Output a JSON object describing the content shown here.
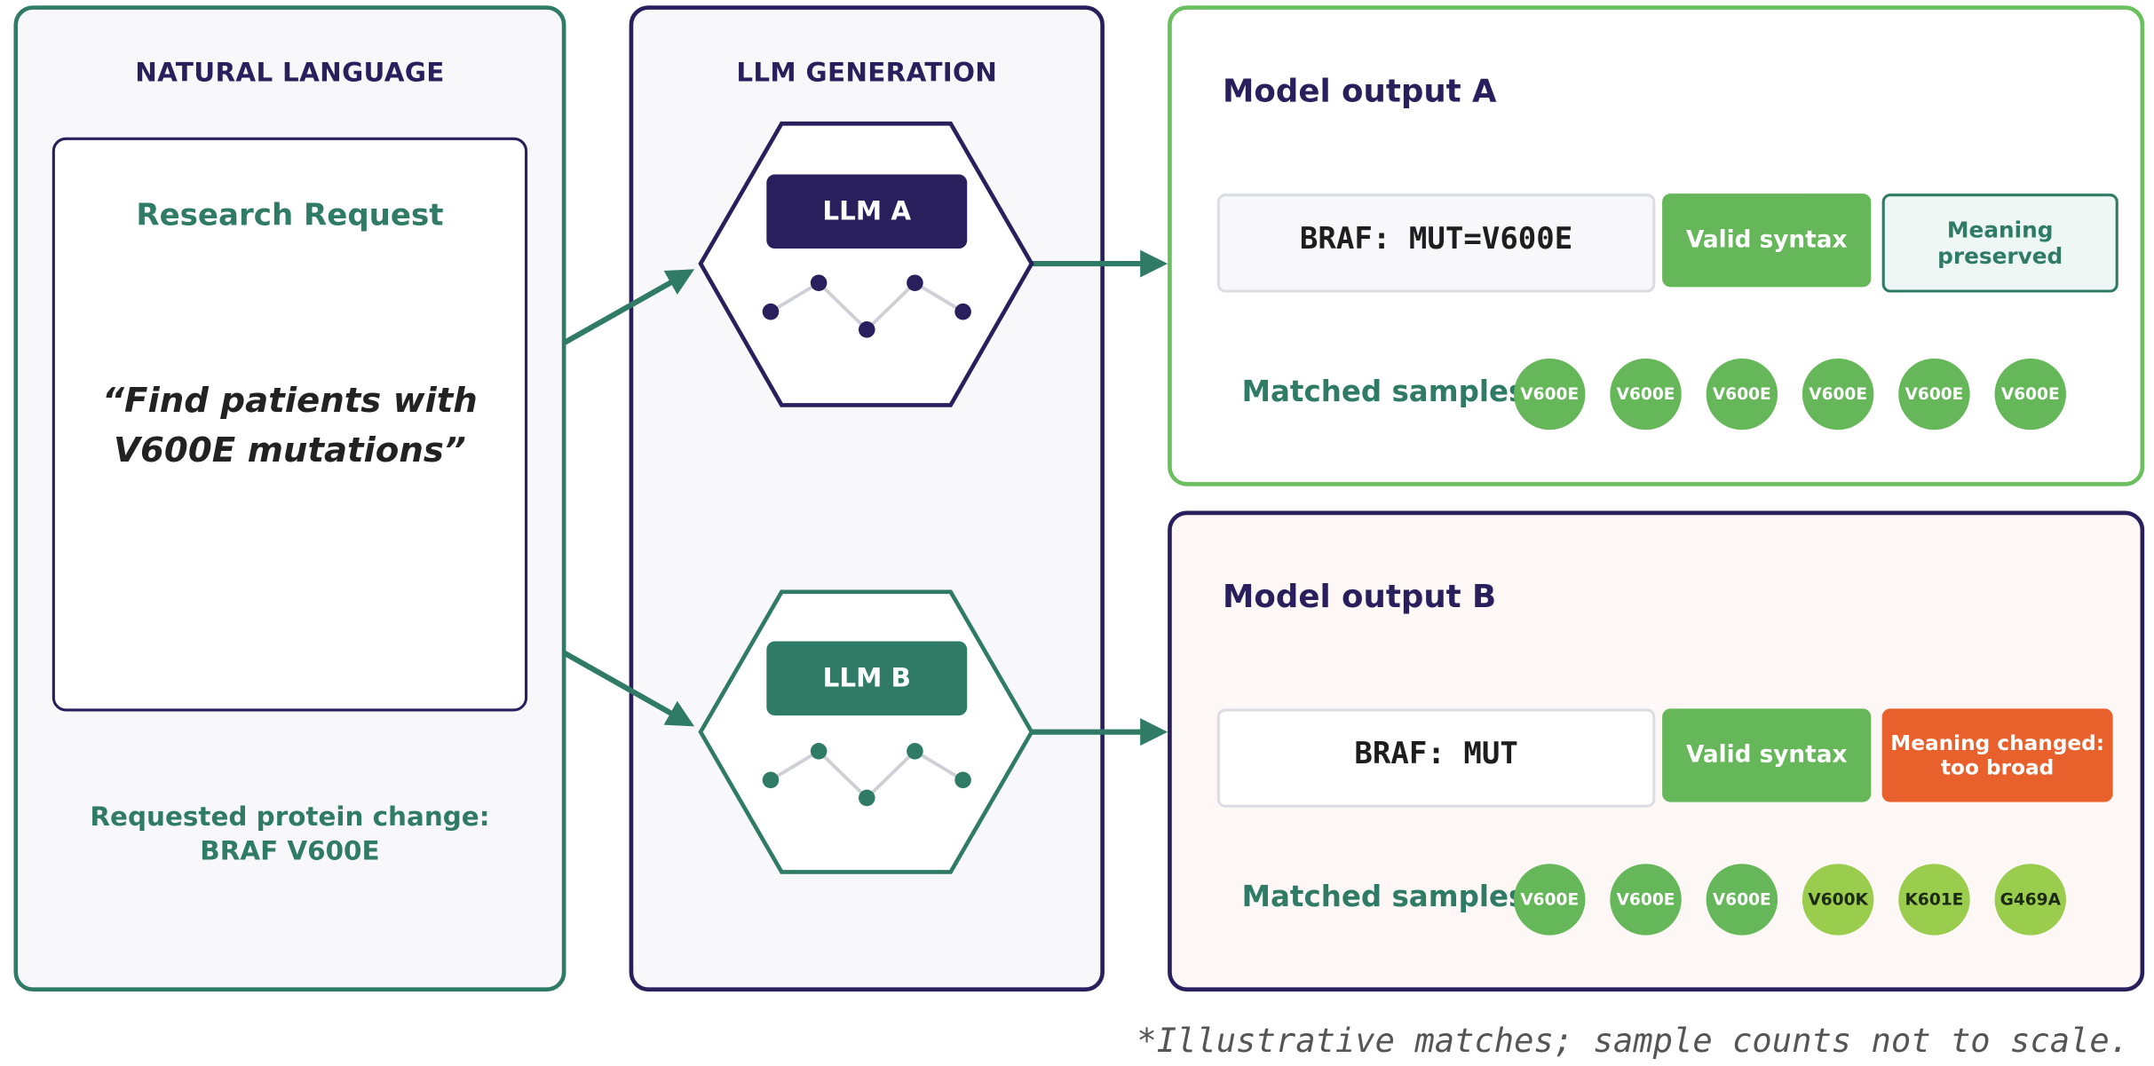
{
  "colors": {
    "navy": "#281f5c",
    "teal": "#2f7b66",
    "green": "#66b65a",
    "light_green": "#9acd4e",
    "orange": "#e8612c"
  },
  "natural_language": {
    "title": "NATURAL LANGUAGE",
    "card_title": "Research Request",
    "quote_line1": "“Find patients with",
    "quote_line2": "V600E mutations”",
    "protein_line1": "Requested protein change:",
    "protein_line2": "BRAF V600E"
  },
  "llm_generation": {
    "title": "LLM GENERATION",
    "llm_a": "LLM A",
    "llm_b": "LLM B"
  },
  "output_a": {
    "title": "Model output A",
    "query": "BRAF: MUT=V600E",
    "syntax_badge": "Valid syntax",
    "meaning_badge": "Meaning preserved",
    "matched_label": "Matched samples:",
    "samples": [
      {
        "label": "V600E",
        "match": "exact"
      },
      {
        "label": "V600E",
        "match": "exact"
      },
      {
        "label": "V600E",
        "match": "exact"
      },
      {
        "label": "V600E",
        "match": "exact"
      },
      {
        "label": "V600E",
        "match": "exact"
      },
      {
        "label": "V600E",
        "match": "exact"
      }
    ]
  },
  "output_b": {
    "title": "Model output B",
    "query": "BRAF: MUT",
    "syntax_badge": "Valid syntax",
    "meaning_badge_line1": "Meaning changed:",
    "meaning_badge_line2": "too broad",
    "matched_label": "Matched samples:",
    "samples": [
      {
        "label": "V600E",
        "match": "exact"
      },
      {
        "label": "V600E",
        "match": "exact"
      },
      {
        "label": "V600E",
        "match": "exact"
      },
      {
        "label": "V600K",
        "match": "other"
      },
      {
        "label": "K601E",
        "match": "other"
      },
      {
        "label": "G469A",
        "match": "other"
      }
    ]
  },
  "footnote": "*Illustrative matches; sample counts not to scale."
}
